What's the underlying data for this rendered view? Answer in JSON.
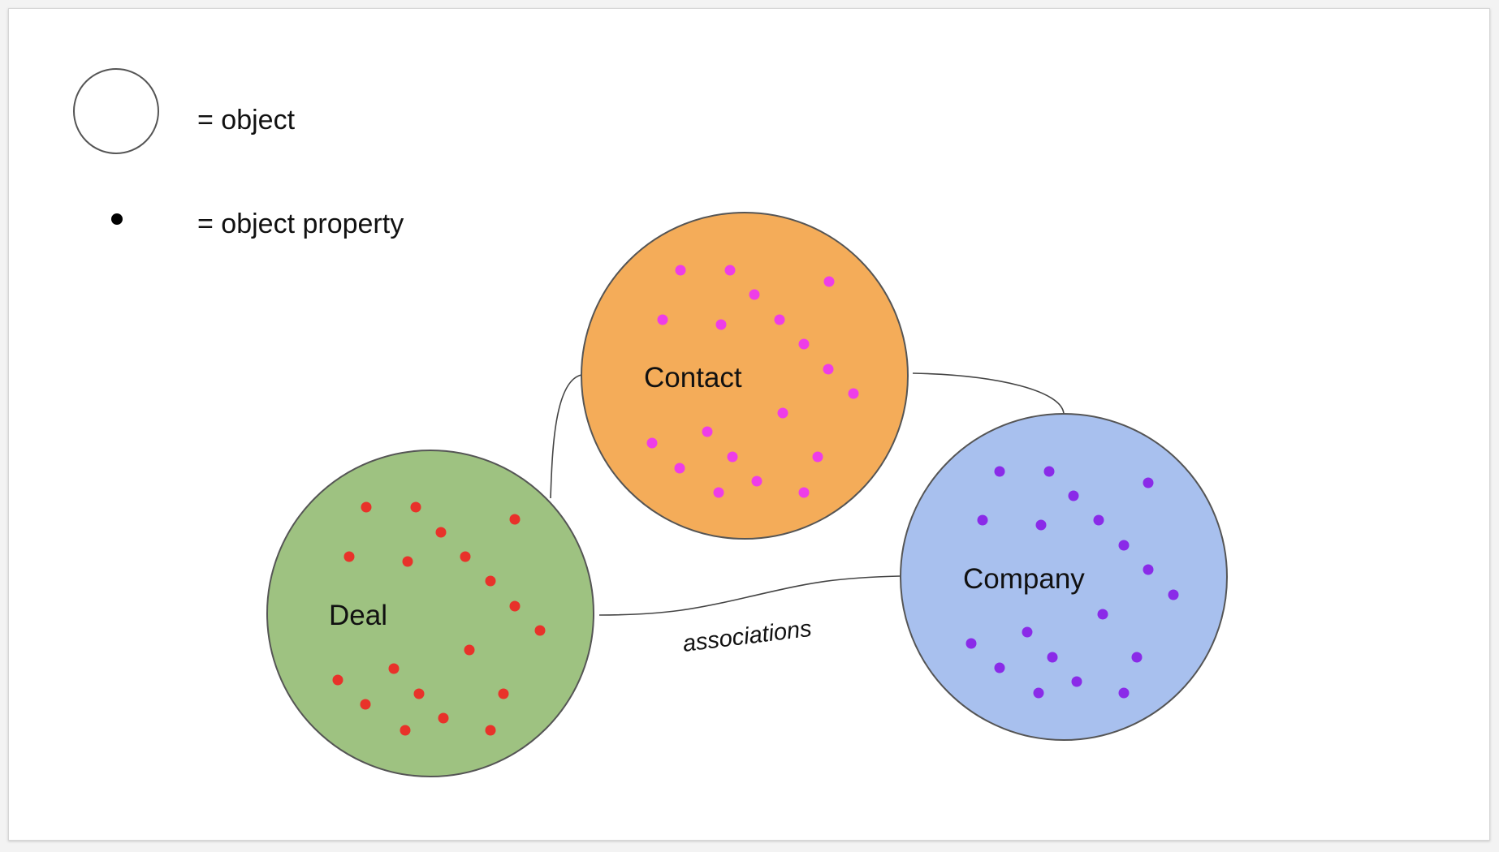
{
  "legend": {
    "object_label": "= object",
    "property_label": "= object property"
  },
  "nodes": {
    "contact": {
      "label": "Contact",
      "fill": "#f4ac59",
      "dot_color": "#ee3de8"
    },
    "deal": {
      "label": "Deal",
      "fill": "#9ec281",
      "dot_color": "#e8322a"
    },
    "company": {
      "label": "Company",
      "fill": "#a8c0ee",
      "dot_color": "#8a2be8"
    }
  },
  "edges": {
    "deal_company_label": "associations"
  },
  "colors": {
    "outline": "#555555",
    "legend_dot": "#000000"
  }
}
